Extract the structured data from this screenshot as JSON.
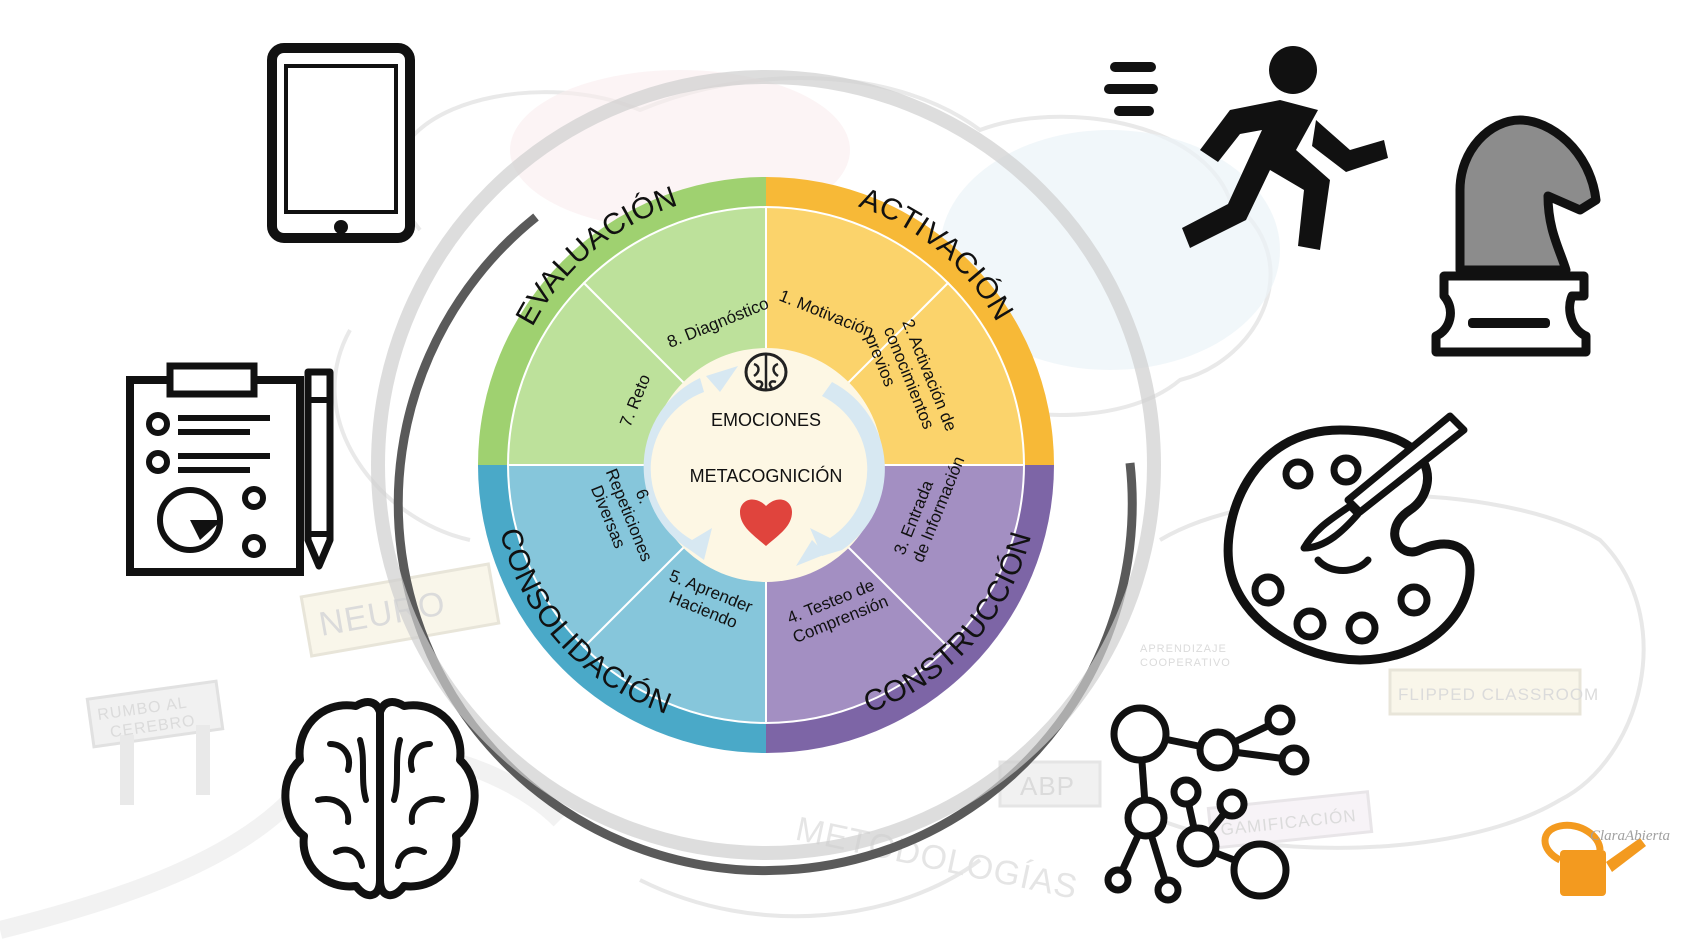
{
  "colors": {
    "evaluacion": "#9fd170",
    "evaluacion_light": "#bde19b",
    "activacion": "#f7b937",
    "activacion_light": "#fbd36b",
    "construccion": "#7d65a6",
    "construccion_light": "#a38fc2",
    "consolidacion": "#4aa9c8",
    "consolidacion_light": "#86c6db",
    "core": "#fdf7e4",
    "heart": "#e0443d",
    "outer_arc": "#5a5a5a",
    "watering_can": "#f39a1f"
  },
  "phases": {
    "evaluacion": "EVALUACIÓN",
    "activacion": "ACTIVACIÓN",
    "construccion": "CONSTRUCCIÓN",
    "consolidacion": "CONSOLIDACIÓN"
  },
  "steps": {
    "s1": "1. Motivación",
    "s2": [
      "2. Activación de",
      "conocimientos",
      "previos"
    ],
    "s3": [
      "3. Entrada",
      "de Información"
    ],
    "s4": [
      "4. Testeo de",
      "Comprensión"
    ],
    "s5": [
      "5. Aprender",
      "Haciendo"
    ],
    "s6": [
      "6.",
      "Repeticiones",
      "Diversas"
    ],
    "s7": "7. Reto",
    "s8": "8. Diagnóstico"
  },
  "core": {
    "top": "EMOCIONES",
    "bottom": "METACOGNICIÓN"
  },
  "icons": [
    "tablet-icon",
    "running-person-icon",
    "chess-knight-icon",
    "checklist-clipboard-icon",
    "art-palette-icon",
    "brain-icon",
    "network-nodes-icon",
    "watering-can-logo"
  ],
  "background_sketch": {
    "sign_rumbo": [
      "RUMBO AL",
      "CEREBRO"
    ],
    "flipped": "FLIPPED CLASSROOM",
    "abp": "ABP",
    "gamificacion": "GAMIFICACIÓN",
    "metodologias": "METODOLOGÍAS",
    "aprendizaje": [
      "APRENDIZAJE",
      "COOPERATIVO"
    ],
    "neuro": "NEURO"
  },
  "logo_text": "ClaraAbierta"
}
